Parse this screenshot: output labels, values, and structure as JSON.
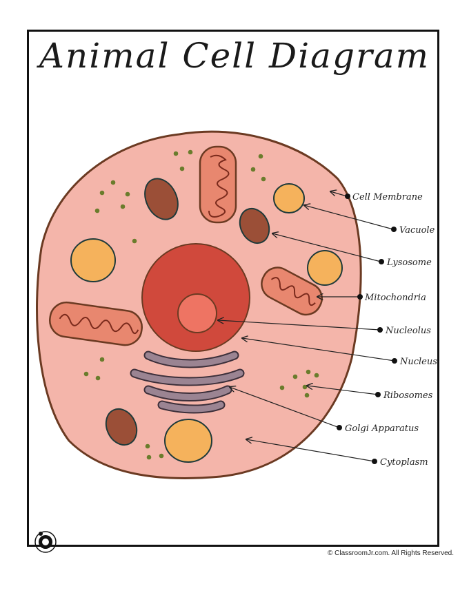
{
  "title": "Animal Cell Diagram",
  "labels": {
    "cell_membrane": "Cell Membrane",
    "vacuole": "Vacuole",
    "lysosome": "Lysosome",
    "mitochondria": "Mitochondria",
    "nucleolus": "Nucleolus",
    "nucleus": "Nucleus",
    "ribosomes": "Ribosomes",
    "golgi": "Golgi Apparatus",
    "cytoplasm": "Cytoplasm"
  },
  "copyright": "© ClassroomJr.com. All Rights Reserved.",
  "colors": {
    "cytoplasm": "#f4b5aa",
    "membrane": "#6b3a22",
    "nucleus": "#d0493c",
    "nucleolus": "#ee7463",
    "mitochondria": "#e8876f",
    "lysosome": "#9b4f37",
    "vacuole": "#f5b25c",
    "golgi": "#9b8492",
    "ribosome": "#6a7c2c"
  }
}
